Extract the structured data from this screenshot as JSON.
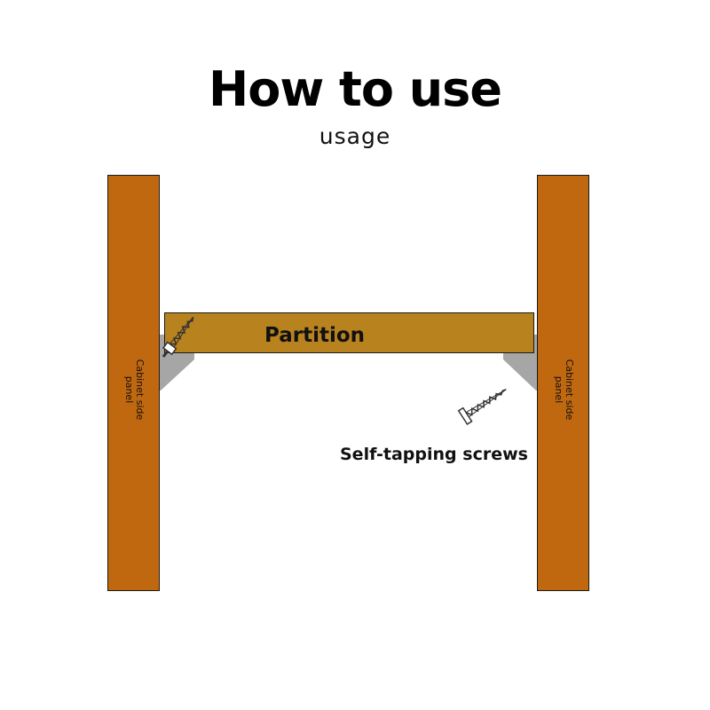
{
  "header": {
    "title": "How to use",
    "subtitle": "usage"
  },
  "diagram": {
    "partition_label": "Partition",
    "left_panel_label": "Cabinet side panel",
    "right_panel_label": "Cabinet side panel",
    "screw_label": "Self-tapping screws"
  },
  "colors": {
    "side_panel": "#c0680f",
    "partition": "#b8821e",
    "bracket": "#a6a6a6",
    "outline": "#1a1a1a",
    "background": "#ffffff"
  },
  "icons": [
    "screw-icon",
    "bracket-icon"
  ]
}
